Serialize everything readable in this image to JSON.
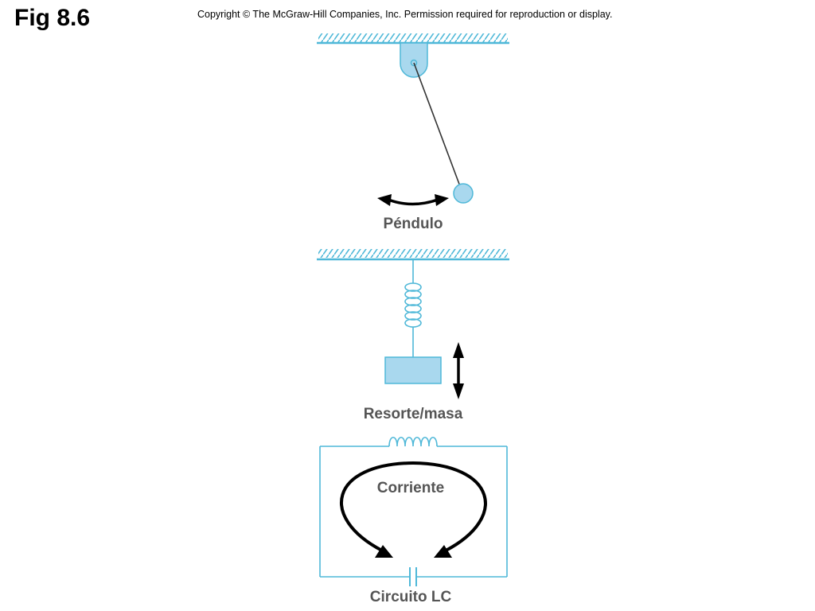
{
  "header": {
    "title": "Fig 8.6",
    "copyright": "Copyright © The McGraw-Hill Companies, Inc. Permission required for reproduction or display."
  },
  "pendulum": {
    "label": "Péndulo"
  },
  "spring_mass": {
    "label": "Resorte/masa"
  },
  "lc_circuit": {
    "current_label": "Corriente",
    "label": "Circuito LC"
  },
  "colors": {
    "accent": "#4fb8d8",
    "fill": "#a9d8ee",
    "arrow": "#000000",
    "label": "#555555"
  }
}
